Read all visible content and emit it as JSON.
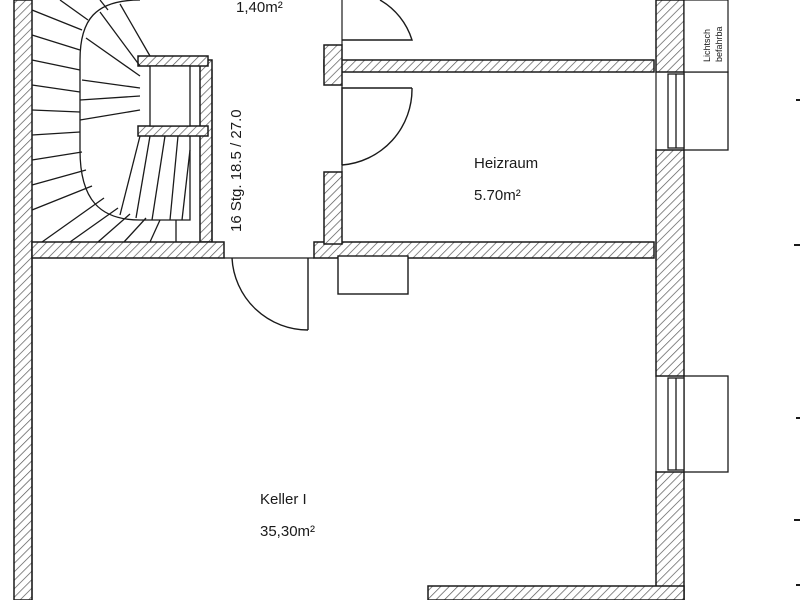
{
  "rooms": {
    "top_area": "1,40m²",
    "heizraum_name": "Heizraum",
    "heizraum_area": "5.70m²",
    "keller_name": "Keller I",
    "keller_area": "35,30m²"
  },
  "stairs": {
    "spec": "16 Stg. 18.5 / 27.0"
  },
  "vertical_note": {
    "line1": "Lichtsch",
    "line2": "befahrba"
  },
  "colors": {
    "line": "#1a1a1a",
    "hatch": "#555555",
    "background": "#ffffff"
  }
}
